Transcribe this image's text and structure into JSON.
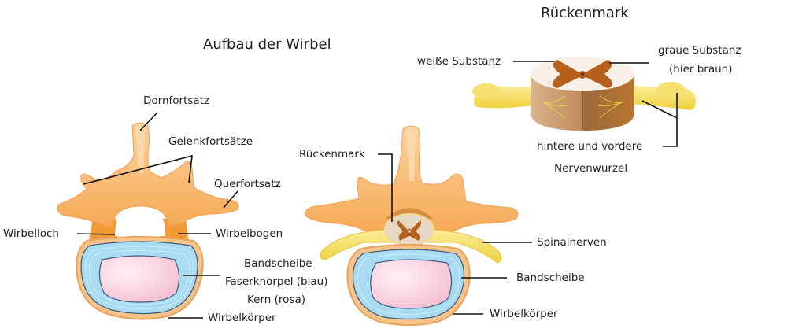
{
  "titles": {
    "vertebra": "Aufbau der Wirbel",
    "spinal_cord": "Rückenmark"
  },
  "left_vertebra": {
    "labels": {
      "spinous_process": "Dornfortsatz",
      "articular_processes": "Gelenkfortsätze",
      "transverse_process": "Querfortsatz",
      "vertebral_foramen": "Wirbelloch",
      "vertebral_arch": "Wirbelbogen",
      "disc": "Bandscheibe",
      "annulus": "Faserknorpel (blau)",
      "nucleus": "Kern (rosa)",
      "vertebral_body": "Wirbelkörper"
    }
  },
  "middle_vertebra": {
    "labels": {
      "spinal_cord": "Rückenmark",
      "spinal_nerves": "Spinalnerven",
      "disc": "Bandscheibe",
      "vertebral_body": "Wirbelkörper"
    }
  },
  "spinal_cord_section": {
    "labels": {
      "white_matter": "weiße Substanz",
      "grey_matter_line1": "graue Substanz",
      "grey_matter_line2": "(hier braun)",
      "nerve_roots_line1": "hintere und vordere",
      "nerve_roots_line2": "Nervenwurzel"
    }
  },
  "colors": {
    "bone": "#f7b56a",
    "bone_dark": "#f29a3a",
    "annulus": "#a9dcf2",
    "nucleus": "#f7c9d8",
    "nerve": "#f5dc4a",
    "cord_outer": "#c99a6a",
    "grey_matter": "#b5601c",
    "white_matter": "#f8efe6",
    "leader": "#111111"
  }
}
